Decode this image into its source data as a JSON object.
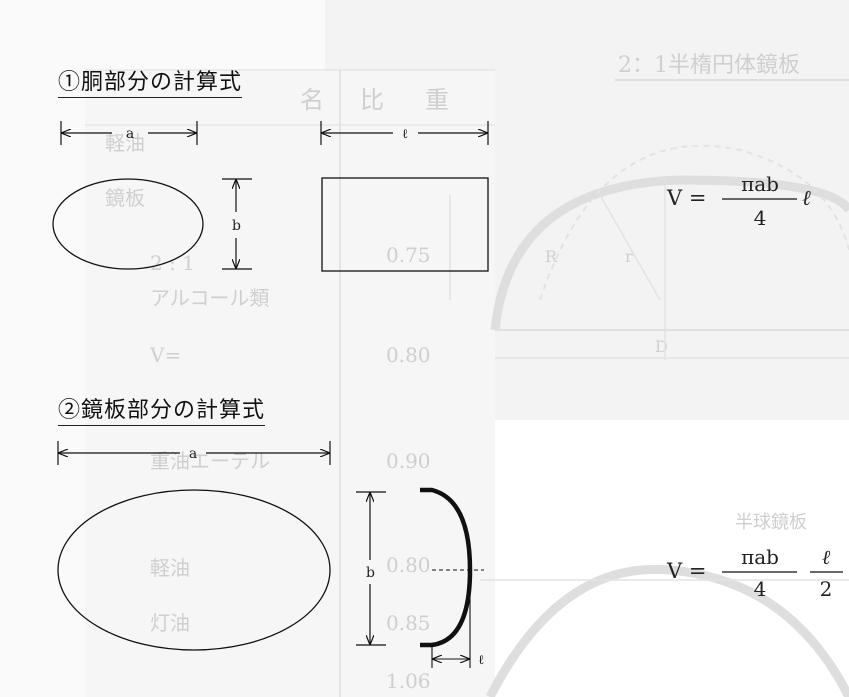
{
  "section1": {
    "title": "①胴部分の計算式",
    "dim_a": "a",
    "dim_b": "b",
    "dim_l": "ℓ",
    "formula": {
      "lhs": "V =",
      "numerator": "πab",
      "denominator": "4",
      "factor": "ℓ"
    }
  },
  "section2": {
    "title": "②鏡板部分の計算式",
    "dim_a": "a",
    "dim_b": "b",
    "dim_l": "ℓ",
    "formula": {
      "lhs": "V =",
      "numerator": "πab",
      "denominator": "4",
      "frac2_numerator": "ℓ",
      "frac2_denominator": "2"
    }
  },
  "background": {
    "heading": "2：1半楕円体鏡板",
    "col_headers": [
      "名",
      "比",
      "重"
    ],
    "values": [
      "0.75",
      "0.80",
      "0.90",
      "0.80",
      "0.85",
      "1.06"
    ],
    "rows": [
      "アルコール類",
      "重油エーテル",
      "軽油",
      "灯油",
      "軽油",
      "鏡板",
      "2 : 1",
      "V="
    ],
    "sub_heading": "半球鏡板",
    "labels": [
      "D",
      "R",
      "r"
    ]
  },
  "colors": {
    "ink": "#111111",
    "ghost": "#c8c8c8"
  }
}
